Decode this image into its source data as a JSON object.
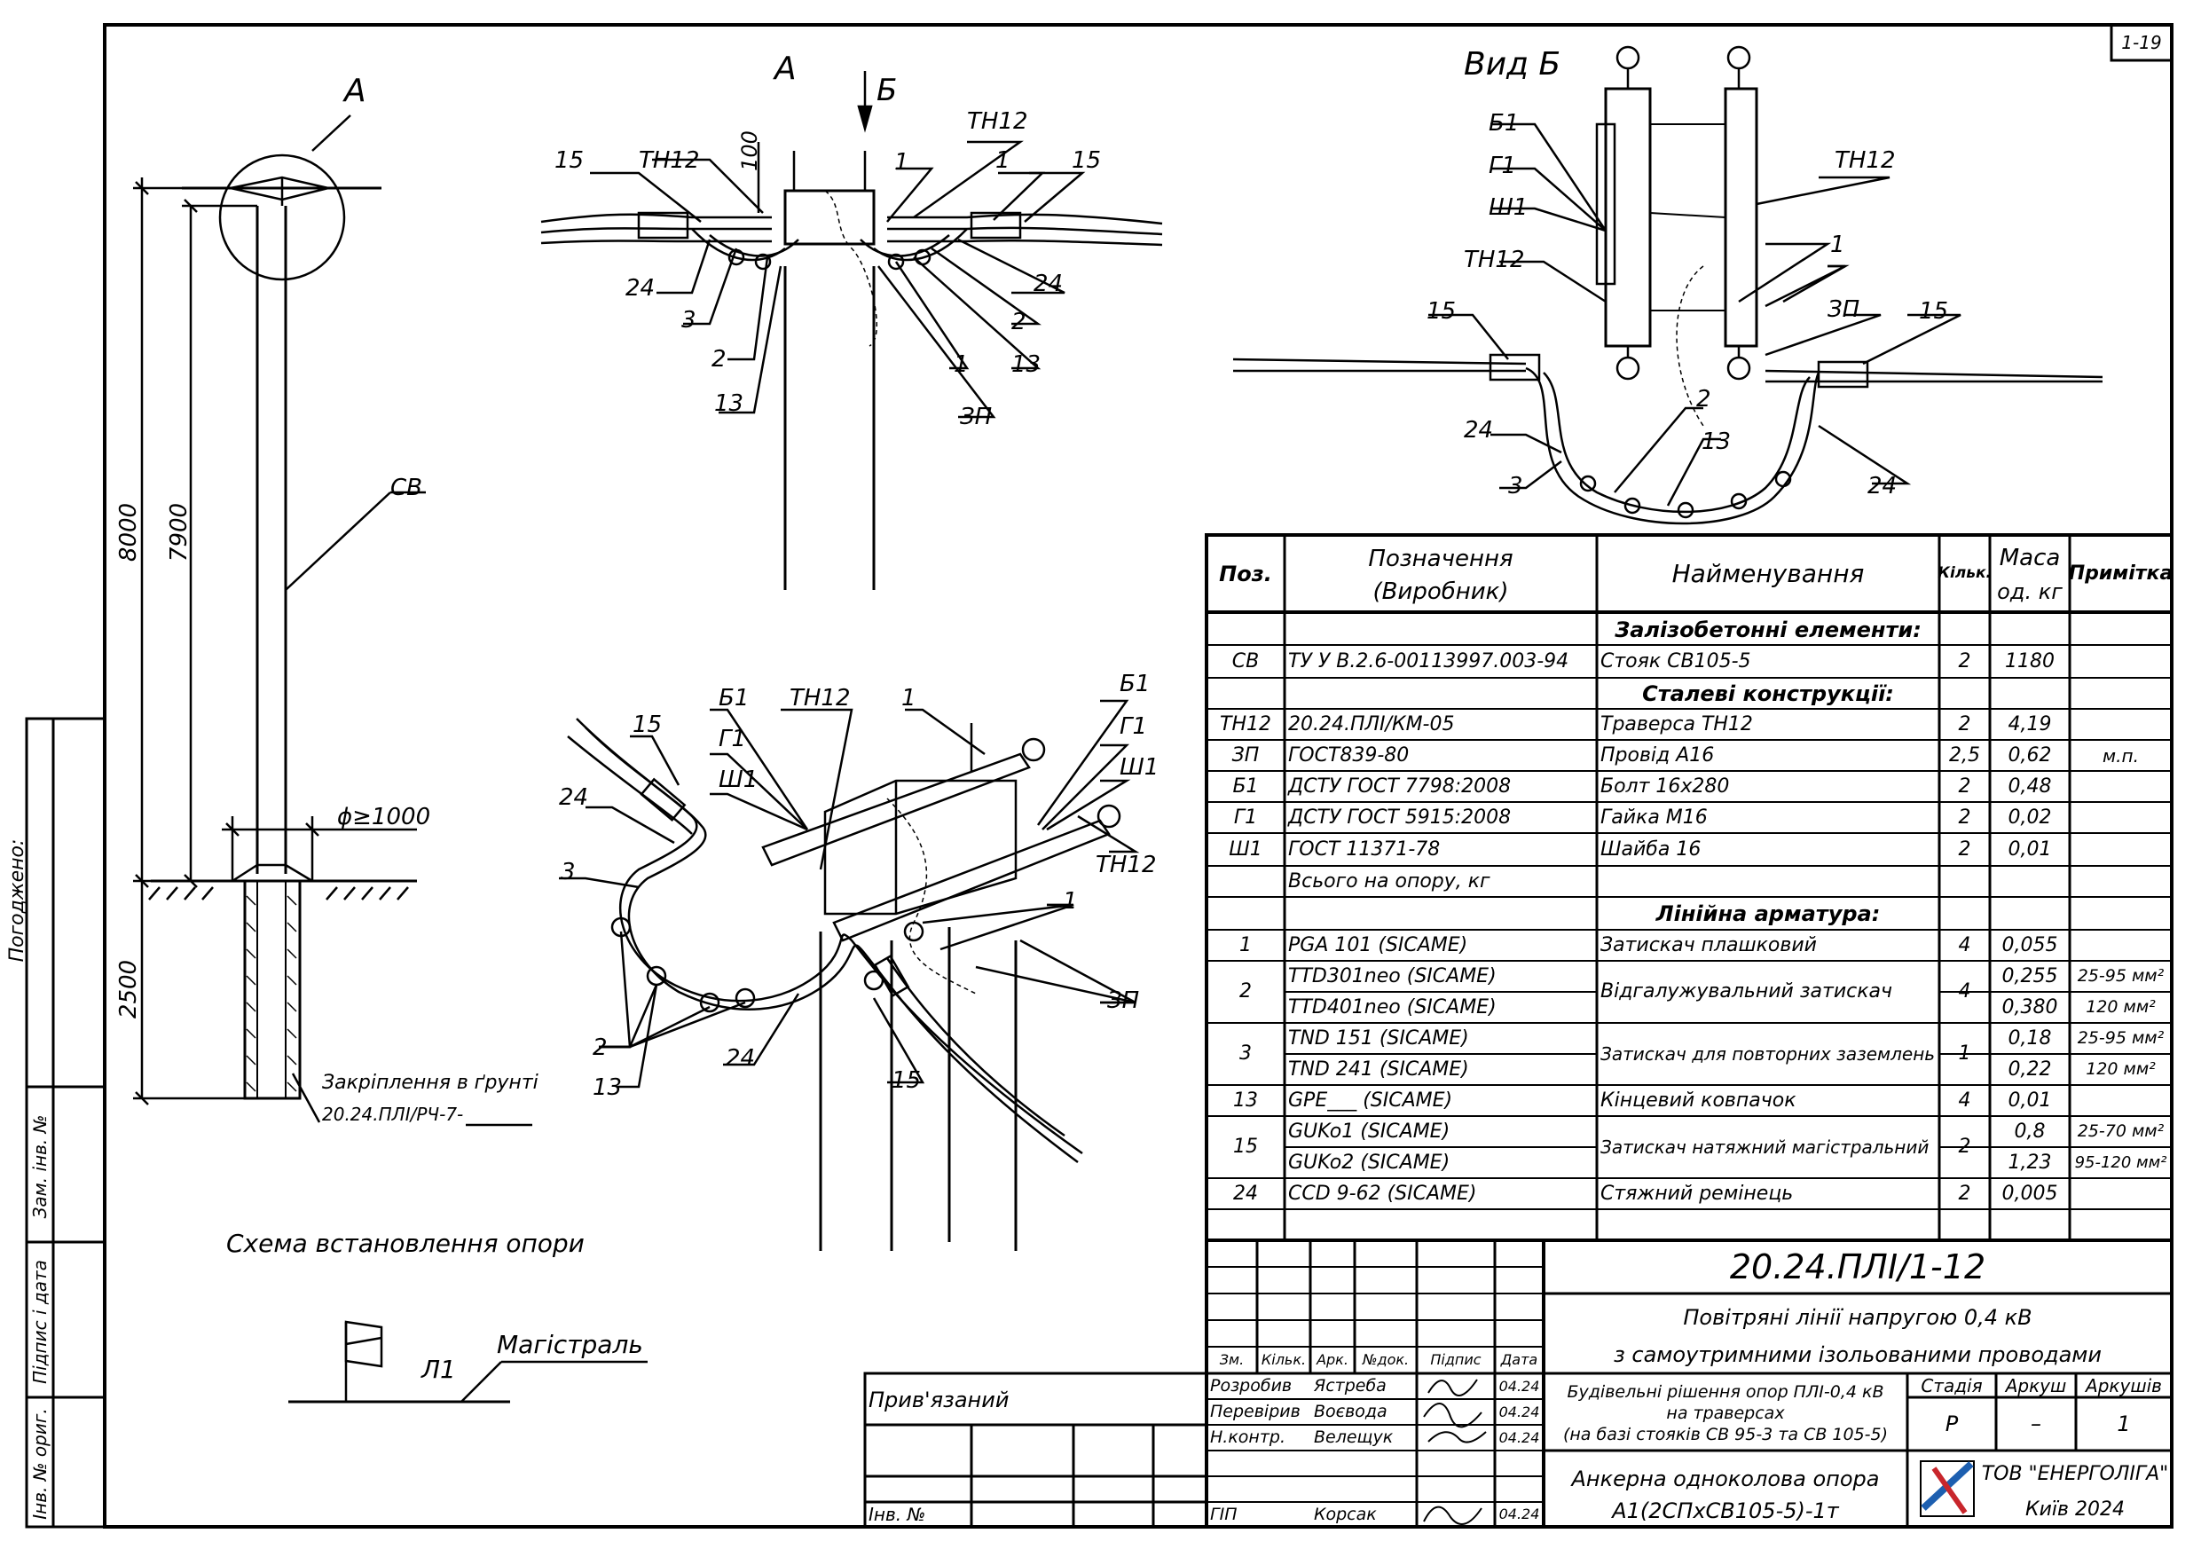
{
  "sheet_number": "1-19",
  "side_stamps": {
    "agreed": "Погоджено:",
    "replace_inv": "Зам. інв. №",
    "sign_date": "Підпис і дата",
    "inv_orig": "Інв. № ориг."
  },
  "pole_scheme": {
    "view_label": "А",
    "pole_label": "СВ",
    "dim_total": "8000",
    "dim_above": "7900",
    "dim_below": "2500",
    "diameter": "ϕ≥1000",
    "fixing_line1": "Закріплення в ґрунті",
    "fixing_line2": "20.24.ПЛІ/РЧ-7-",
    "caption": "Схема встановлення опори"
  },
  "legend": {
    "main_line": "Магістраль",
    "line_code": "Л1"
  },
  "view_a": {
    "title": "А",
    "arrow_label": "Б",
    "dim": "100",
    "callouts": [
      "15",
      "ТН12",
      "1",
      "ТН12",
      "1",
      "15",
      "24",
      "3",
      "2",
      "13",
      "24",
      "2",
      "13",
      "1",
      "ЗП"
    ]
  },
  "view_b": {
    "title": "Вид Б",
    "callouts": [
      "Б1",
      "Г1",
      "Ш1",
      "ТН12",
      "ТН12",
      "1",
      "ЗП",
      "15",
      "15",
      "24",
      "3",
      "2",
      "13",
      "24"
    ]
  },
  "iso_view": {
    "callouts": [
      "15",
      "Б1",
      "Г1",
      "Ш1",
      "ТН12",
      "1",
      "Б1",
      "Г1",
      "Ш1",
      "24",
      "ТН12",
      "3",
      "1",
      "ЗП",
      "2",
      "13",
      "24",
      "15"
    ]
  },
  "spec_table": {
    "headers": {
      "pos": "Поз.",
      "designation_1": "Позначення",
      "designation_2": "(Виробник)",
      "name": "Найменування",
      "qty": "Кільк.",
      "mass_1": "Маса",
      "mass_2": "од. кг",
      "note": "Примітка"
    },
    "section_1": "Залізобетонні елементи:",
    "section_2": "Сталеві конструкції:",
    "section_3": "Лінійна арматура:",
    "rows": [
      {
        "pos": "СВ",
        "des": "ТУ У В.2.6-00113997.003-94",
        "name": "Стояк СВ105-5",
        "qty": "2",
        "mass": "1180",
        "note": ""
      },
      {
        "pos": "ТН12",
        "des": "20.24.ПЛІ/КМ-05",
        "name": "Траверса ТН12",
        "qty": "2",
        "mass": "4,19",
        "note": ""
      },
      {
        "pos": "ЗП",
        "des": "ГОСТ839-80",
        "name": "Провід А16",
        "qty": "2,5",
        "mass": "0,62",
        "note": "м.п."
      },
      {
        "pos": "Б1",
        "des": "ДСТУ ГОСТ 7798:2008",
        "name": "Болт 16х280",
        "qty": "2",
        "mass": "0,48",
        "note": ""
      },
      {
        "pos": "Г1",
        "des": "ДСТУ ГОСТ 5915:2008",
        "name": "Гайка М16",
        "qty": "2",
        "mass": "0,02",
        "note": ""
      },
      {
        "pos": "Ш1",
        "des": "ГОСТ 11371-78",
        "name": "Шайба 16",
        "qty": "2",
        "mass": "0,01",
        "note": ""
      },
      {
        "pos": "",
        "des": "Всього на опору, кг",
        "name": "",
        "qty": "",
        "mass": "",
        "note": ""
      },
      {
        "pos": "1",
        "des": "PGA 101 (SICAME)",
        "name": "Затискач плашковий",
        "qty": "4",
        "mass": "0,055",
        "note": ""
      },
      {
        "pos": "2",
        "des_a": "TTD301neo (SICAME)",
        "des_b": "TTD401neo (SICAME)",
        "name": "Відгалужувальний затискач",
        "qty": "4",
        "mass_a": "0,255",
        "mass_b": "0,380",
        "note_a": "25-95 мм²",
        "note_b": "120 мм²"
      },
      {
        "pos": "3",
        "des_a": "TND 151 (SICAME)",
        "des_b": "TND 241 (SICAME)",
        "name": "Затискач для повторних заземлень",
        "qty": "1",
        "mass_a": "0,18",
        "mass_b": "0,22",
        "note_a": "25-95 мм²",
        "note_b": "120 мм²"
      },
      {
        "pos": "13",
        "des": "GPE___ (SICAME)",
        "name": "Кінцевий ковпачок",
        "qty": "4",
        "mass": "0,01",
        "note": ""
      },
      {
        "pos": "15",
        "des_a": "GUKo1 (SICAME)",
        "des_b": "GUKo2 (SICAME)",
        "name": "Затискач натяжний магістральний",
        "qty": "2",
        "mass_a": "0,8",
        "mass_b": "1,23",
        "note_a": "25-70 мм²",
        "note_b": "95-120 мм²"
      },
      {
        "pos": "24",
        "des": "CCD 9-62 (SICAME)",
        "name": "Стяжний ремінець",
        "qty": "2",
        "mass": "0,005",
        "note": ""
      }
    ]
  },
  "title_block": {
    "code": "20.24.ПЛІ/1-12",
    "project_1": "Повітряні лінії напругою 0,4 кВ",
    "project_2": "з самоутримними ізольованими проводами",
    "part_1": "Будівельні рішення опор ПЛІ-0,4 кВ",
    "part_2": "на траверсах",
    "part_3": "(на базі стояків СВ 95-3 та СВ 105-5)",
    "drawing_1": "Анкерна одноколова опора",
    "drawing_2": "А1(2СПхСВ105-5)-1т",
    "stage_h": "Стадія",
    "sheet_h": "Аркуш",
    "sheets_h": "Аркушів",
    "stage": "Р",
    "sheet": "–",
    "sheets": "1",
    "company": "ТОВ \"ЕНЕРГОЛІГА\"",
    "city": "Київ 2024",
    "cols": [
      "Зм.",
      "Кільк.",
      "Арк.",
      "№док.",
      "Підпис",
      "Дата"
    ],
    "roles": [
      {
        "role": "Розробив",
        "name": "Ястреба",
        "date": "04.24"
      },
      {
        "role": "Перевірив",
        "name": "Воєвода",
        "date": "04.24"
      },
      {
        "role": "Н.контр.",
        "name": "Велещук",
        "date": "04.24"
      },
      {
        "role": "ГІП",
        "name": "Корсак",
        "date": "04.24"
      }
    ],
    "bound": "Прив'язаний",
    "inv": "Інв. №"
  }
}
